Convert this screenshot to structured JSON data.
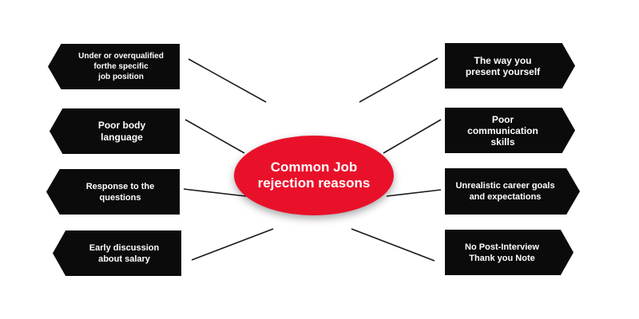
{
  "center": {
    "text": "Common Job\nrejection reasons"
  },
  "colors": {
    "box": "#0b0b0b",
    "center": "#e9112a",
    "text": "#ffffff",
    "line": "#1a1a1a"
  },
  "left_items": [
    {
      "text": "Under or overqualified\nforthe specific\njob position"
    },
    {
      "text": "Poor body\nlanguage"
    },
    {
      "text": "Response to the\nquestions"
    },
    {
      "text": "Early discussion\nabout salary"
    }
  ],
  "right_items": [
    {
      "text": "The way you\npresent yourself"
    },
    {
      "text": "Poor\ncommunication\nskills"
    },
    {
      "text": "Unrealistic career goals\nand expectations"
    },
    {
      "text": "No Post-Interview\nThank you Note"
    }
  ]
}
